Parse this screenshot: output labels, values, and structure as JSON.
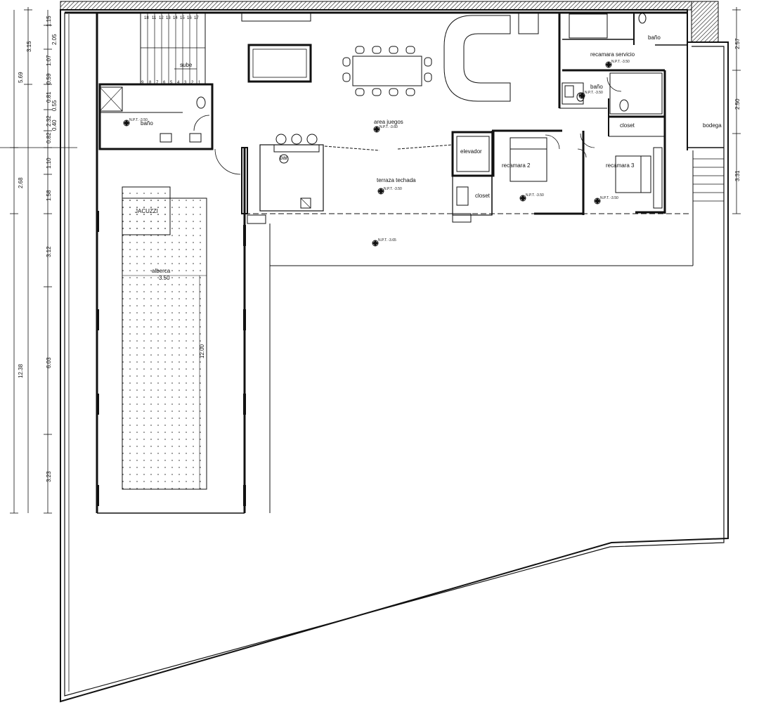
{
  "rooms": {
    "bano_1": "baño",
    "bano_servicio": "baño",
    "bano_2": "baño",
    "recamara_servicio": "recamara servicio",
    "area_juegos": "area juegos",
    "terraza_techada": "terraza techada",
    "elevador": "elevador",
    "recamara_2": "recamara 2",
    "recamara_3": "recamara 3",
    "closet_1": "closet",
    "closet_2": "closet",
    "bodega": "bodega",
    "bar": "bar",
    "jacuzzi": "JACUZZI",
    "alberca": "alberca",
    "sube": "sube"
  },
  "levels": {
    "bano_1": "N.P.T. -3.50",
    "area_juegos": "N.P.T. -3.60",
    "terraza_techada": "N.P.T. -3.50",
    "patio": "N.P.T. -3.65",
    "recamara_servicio": "N.P.T. -3.50",
    "bano_2": "N.P.T. -3.50",
    "recamara_2": "N.P.T. -3.50",
    "recamara_3": "N.P.T. -3.50"
  },
  "pool": {
    "width": "3.50",
    "length": "12.00"
  },
  "stairs": {
    "upper": [
      "18",
      "11",
      "12",
      "13",
      "14",
      "15",
      "16",
      "17"
    ],
    "lower": [
      "9",
      "8",
      "7",
      "6",
      "5",
      "4",
      "3",
      "2",
      "1"
    ]
  },
  "dims_left_outer": [
    "3.15",
    "5.69",
    "2.68",
    "12.38"
  ],
  "dims_left_inner": [
    "1.15",
    "1.07",
    "2.05",
    "0.81",
    "0.59",
    "2.32",
    "0.55",
    "0.82",
    "0.40",
    "1.10",
    "1.58",
    "3.12",
    "6.03",
    "3.23"
  ],
  "dims_right": [
    "2.57",
    "2.50",
    "3.31"
  ],
  "colors": {
    "ink": "#111111",
    "paper": "#ffffff",
    "hatch": "#555555"
  }
}
